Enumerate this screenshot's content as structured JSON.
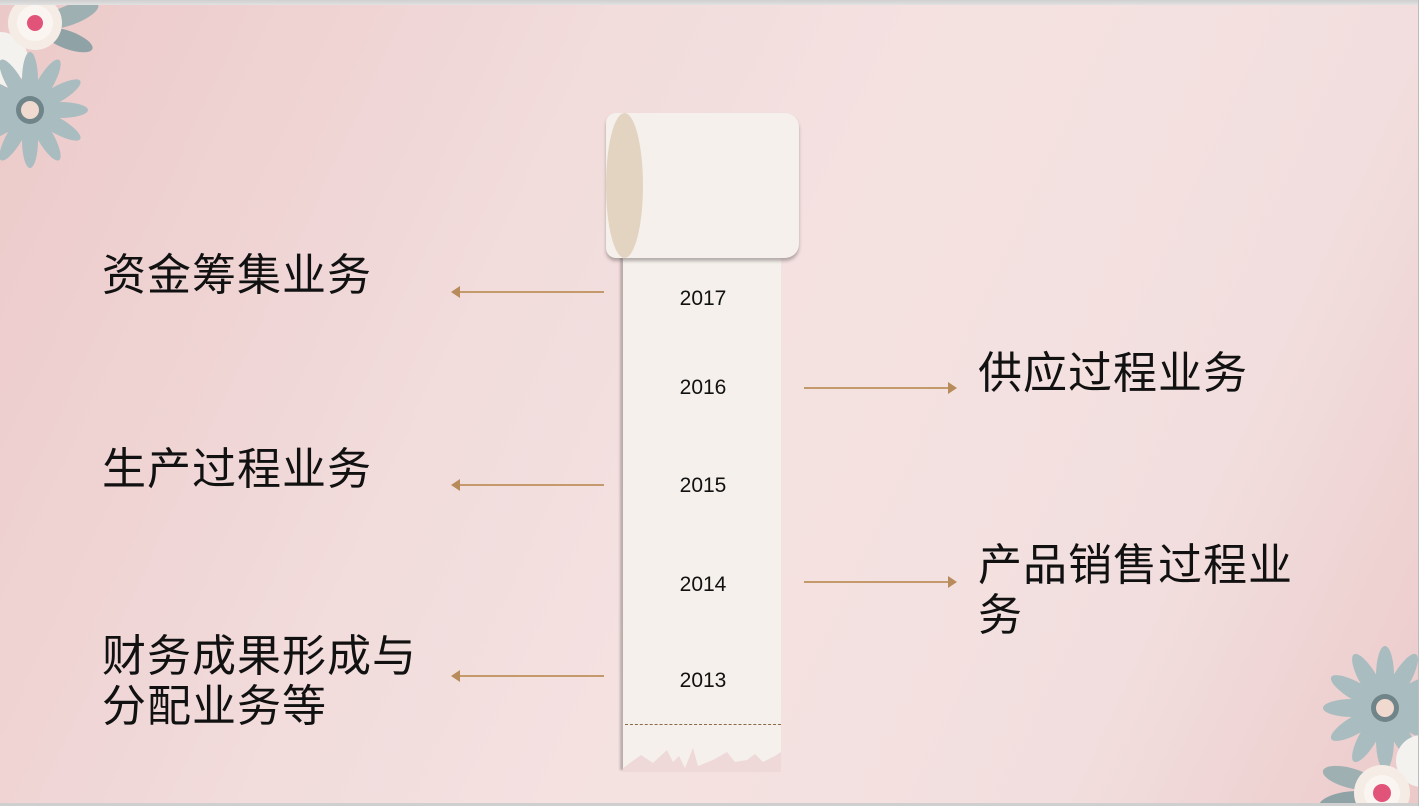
{
  "slide": {
    "background_colors": [
      "#ecc9c9",
      "#f4e2e1"
    ],
    "accent_color": "#c49a6c",
    "timeline": {
      "years": [
        "2017",
        "2016",
        "2015",
        "2014",
        "2013"
      ]
    },
    "labels_left": [
      {
        "text": "资金筹集业务",
        "year": "2017"
      },
      {
        "text": "生产过程业务",
        "year": "2015"
      },
      {
        "line1": "财务成果形成与",
        "line2": "分配业务等",
        "year": "2013"
      }
    ],
    "labels_right": [
      {
        "text": "供应过程业务",
        "year": "2016"
      },
      {
        "line1": "产品销售过程业",
        "line2": "务",
        "year": "2014"
      }
    ],
    "decorations": [
      "paper-flower-top-left",
      "paper-flower-bottom-right"
    ]
  }
}
